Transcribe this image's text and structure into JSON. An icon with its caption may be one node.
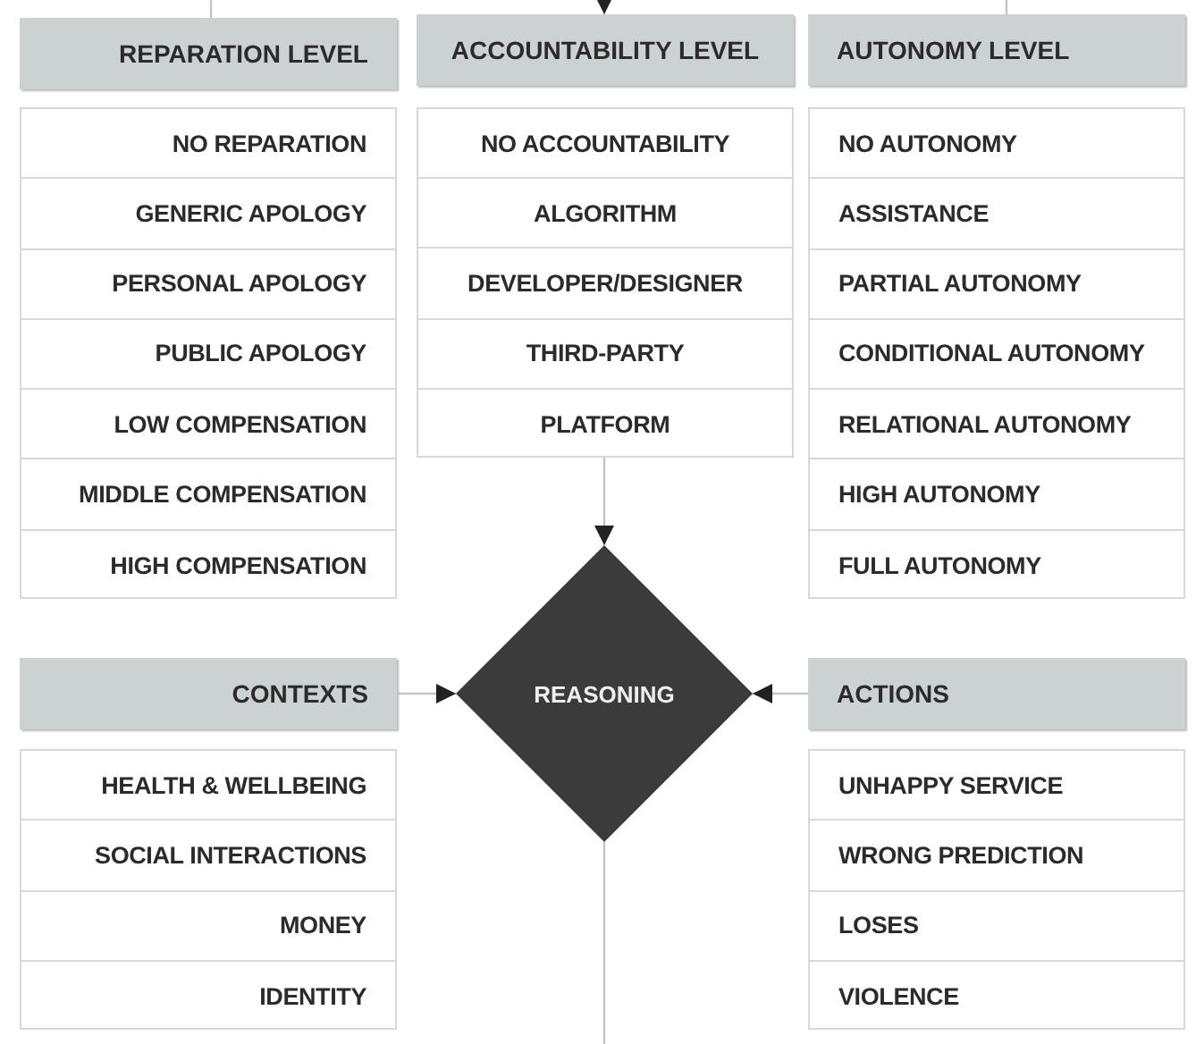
{
  "diagram": {
    "nodes": [
      {
        "text": [
          "REPARATION LEVEL"
        ]
      },
      {
        "text": [],
        "shape": "box"
      },
      {
        "text": [
          "NO REPARATION"
        ],
        "in": 1
      },
      {
        "text": [
          "GENERIC APOLOGY"
        ],
        "in": 1
      },
      {
        "text": [
          "PERSONAL APOLOGY"
        ],
        "in": 1
      },
      {
        "text": [
          "PUBLIC APOLOGY"
        ],
        "in": 1
      },
      {
        "text": [
          "LOW COMPENSATION"
        ],
        "in": 1
      },
      {
        "text": [
          "MIDDLE COMPENSATION"
        ],
        "in": 1
      },
      {
        "text": [
          "HIGH COMPENSATION"
        ],
        "in": 1
      },
      {
        "text": [
          "ACCOUNTABILITY LEVEL"
        ]
      },
      {
        "text": [],
        "shape": "box"
      },
      {
        "text": [
          "NO ACCOUNTABILITY"
        ],
        "in": 10
      },
      {
        "text": [
          "ALGORITHM"
        ],
        "in": 10
      },
      {
        "text": [
          "DEVELOPER/DESIGNER"
        ],
        "in": 10
      },
      {
        "text": [
          "THIRD-PARTY"
        ],
        "in": 10
      },
      {
        "text": [
          "PLATFORM"
        ],
        "in": 10
      },
      {
        "text": [
          "AUTONOMY LEVEL"
        ]
      },
      {
        "text": [],
        "shape": "box"
      },
      {
        "text": [
          "NO AUTONOMY"
        ],
        "in": 17
      },
      {
        "text": [
          "ASSISTANCE"
        ],
        "in": 17
      },
      {
        "text": [
          "PARTIAL AUTONOMY"
        ],
        "in": 17
      },
      {
        "text": [
          "CONDITIONAL AUTONOMY"
        ],
        "in": 17
      },
      {
        "text": [
          "RELATIONAL AUTONOMY"
        ],
        "in": 17
      },
      {
        "text": [
          "HIGH AUTONOMY"
        ],
        "in": 17
      },
      {
        "text": [
          "FULL AUTONOMY"
        ],
        "in": 17
      },
      {
        "text": [
          "CONTEXTS"
        ]
      },
      {
        "text": [
          "REASONING"
        ]
      },
      {
        "text": [
          "ACTIONS"
        ]
      },
      {
        "text": [],
        "shape": "box"
      },
      {
        "text": [
          "HEALTH & WELLBEING"
        ],
        "in": 28
      },
      {
        "text": [
          "SOCIAL INTERACTIONS"
        ],
        "in": 28
      },
      {
        "text": [
          "MONEY"
        ],
        "in": 28
      },
      {
        "text": [
          "IDENTITY"
        ],
        "in": 28
      },
      {
        "text": [],
        "shape": "box"
      },
      {
        "text": [
          "UNHAPPY SERVICE"
        ],
        "in": 33
      },
      {
        "text": [
          "WRONG PREDICTION"
        ],
        "in": 33
      },
      {
        "text": [
          "LOSES"
        ],
        "in": 33
      },
      {
        "text": [
          "VIOLENCE"
        ],
        "in": 33
      }
    ],
    "edges": [
      {
        "from": null,
        "to": 0,
        "arrow": "none"
      },
      {
        "from": null,
        "to": 9,
        "arrow": "to"
      },
      {
        "from": null,
        "to": 16,
        "arrow": "none"
      },
      {
        "from": 10,
        "to": 26,
        "arrow": "to"
      },
      {
        "from": 25,
        "to": 26,
        "arrow": "to"
      },
      {
        "from": 27,
        "to": 26,
        "arrow": "to"
      },
      {
        "from": 26,
        "to": null,
        "arrow": "none"
      }
    ]
  }
}
